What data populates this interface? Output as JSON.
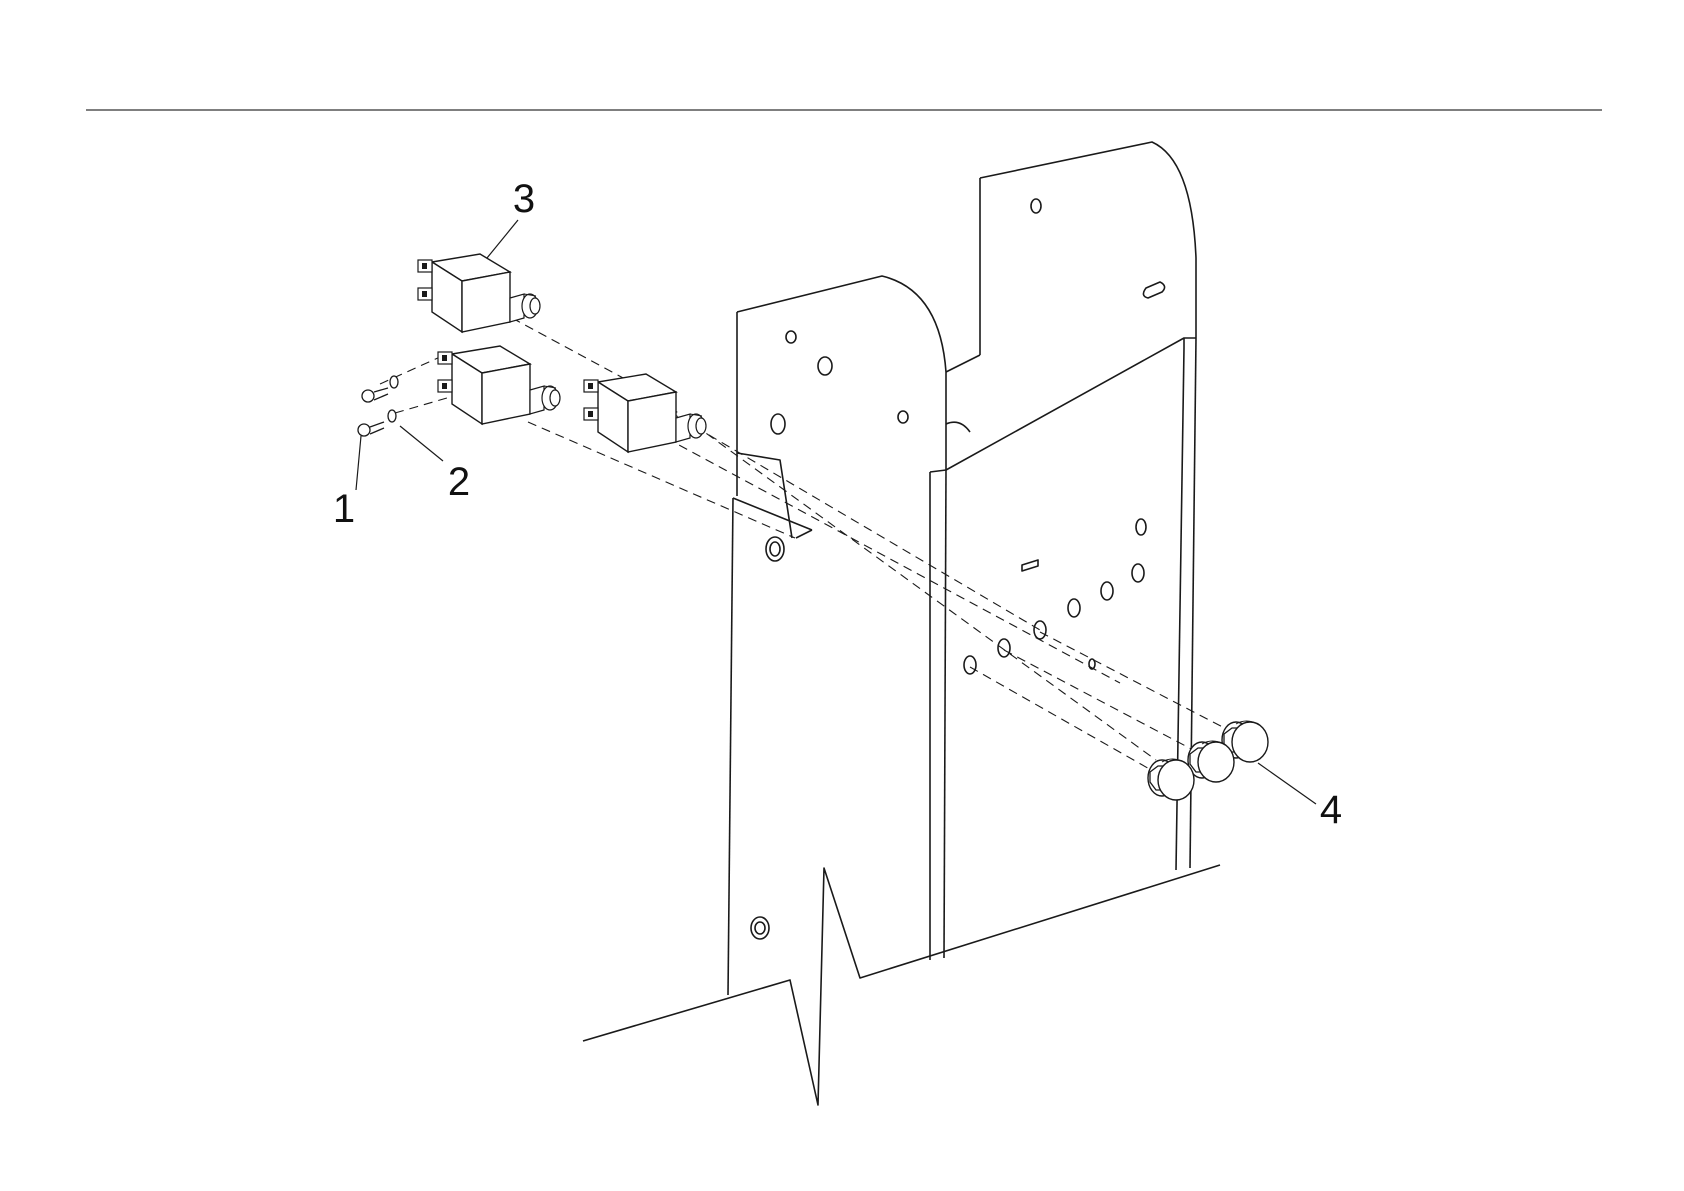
{
  "diagram": {
    "callouts": [
      {
        "number": "1",
        "leader_target": "screw"
      },
      {
        "number": "2",
        "leader_target": "washer"
      },
      {
        "number": "3",
        "leader_target": "circuit-breaker"
      },
      {
        "number": "4",
        "leader_target": "push-button-cap"
      }
    ],
    "line_color": "#1a1a1a",
    "background": "#ffffff"
  }
}
